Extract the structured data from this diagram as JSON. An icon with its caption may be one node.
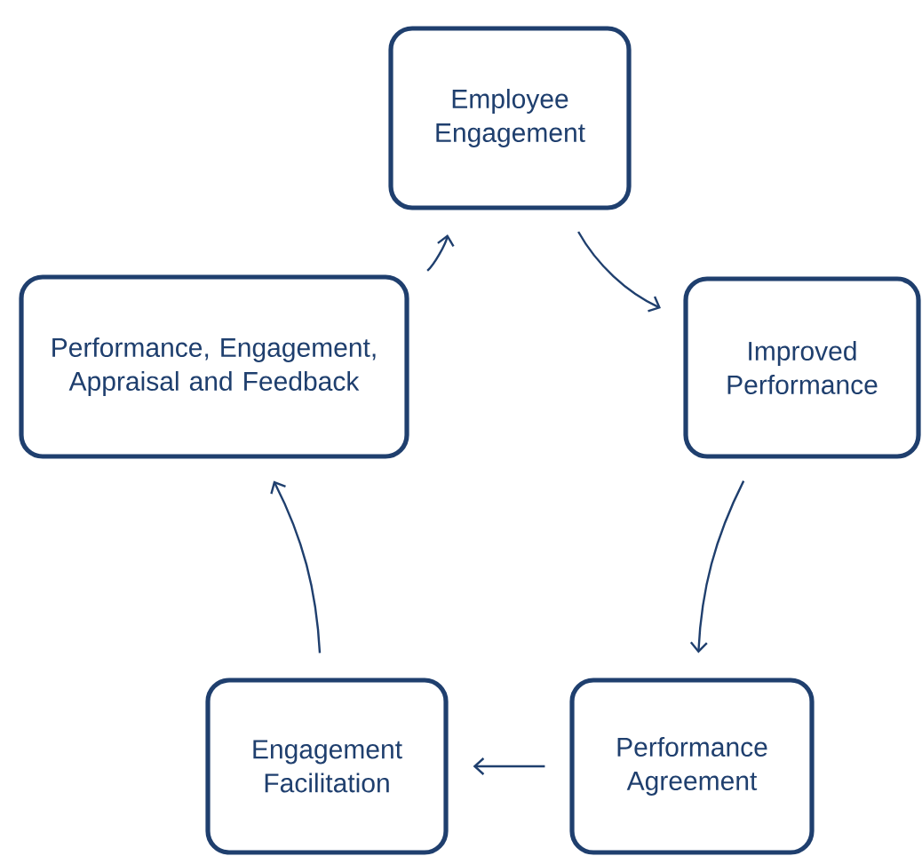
{
  "diagram": {
    "nodes": [
      {
        "text": [
          "Employee Engagement"
        ]
      },
      {
        "text": [
          "Improved Performance"
        ]
      },
      {
        "text": [
          "Performance Agreement"
        ]
      },
      {
        "text": [
          "Engagement Facilitation"
        ]
      },
      {
        "text": [
          "Performance, Engagement, Appraisal and Feedback"
        ]
      }
    ],
    "edges": [
      {
        "from": 0,
        "to": 1,
        "arrow": "to"
      },
      {
        "from": 1,
        "to": 2,
        "arrow": "to"
      },
      {
        "from": 2,
        "to": 3,
        "arrow": "to"
      },
      {
        "from": 3,
        "to": 4,
        "arrow": "to"
      },
      {
        "from": 4,
        "to": 0,
        "arrow": "to"
      }
    ]
  }
}
